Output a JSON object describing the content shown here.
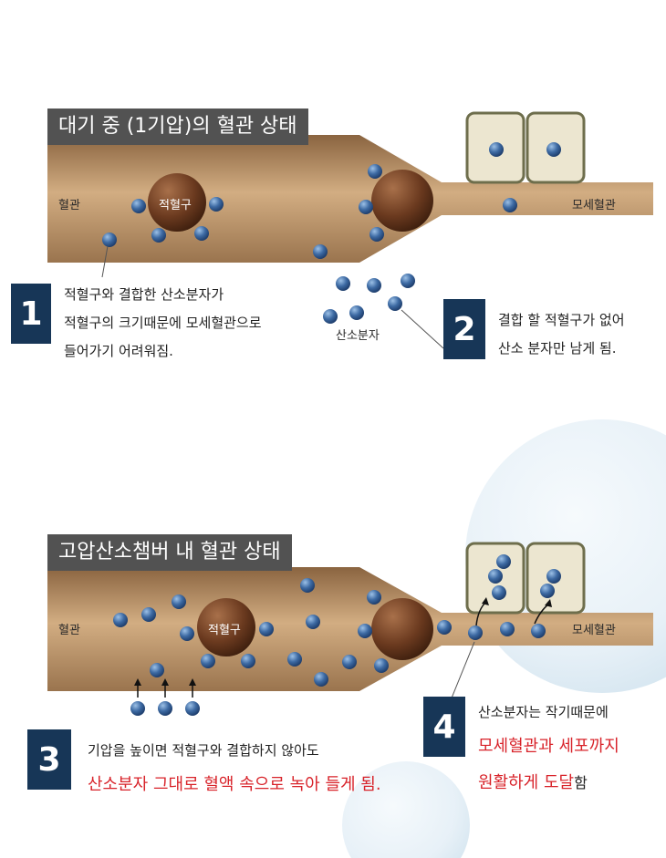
{
  "panel1": {
    "title": "대기 중 (1기압)의 혈관 상태",
    "label_vessel": "혈관",
    "label_rbc": "적혈구",
    "label_capillary": "모세혈관",
    "label_oxygen": "산소분자"
  },
  "note1": {
    "number": "1",
    "lines": [
      "적혈구와 결합한 산소분자가",
      "적혈구의 크기때문에 모세혈관으로",
      "들어가기 어려워짐."
    ]
  },
  "note2": {
    "number": "2",
    "lines": [
      "결합 할 적혈구가 없어",
      "산소 분자만 남게 됨."
    ]
  },
  "panel2": {
    "title": "고압산소챔버 내 혈관 상태",
    "label_vessel": "혈관",
    "label_rbc": "적혈구",
    "label_capillary": "모세혈관"
  },
  "note3": {
    "number": "3",
    "line1": "기압을 높이면 적혈구와 결합하지 않아도",
    "line2_red": "산소분자 그대로 혈액 속으로 녹아 들게 됨."
  },
  "note4": {
    "number": "4",
    "line1": "산소분자는 작기때문에",
    "line2_red": "모세혈관과 세포까지",
    "line3_red": "원활하게 도달",
    "line3_tail": "함"
  },
  "colors": {
    "title_bg": "#525252",
    "number_bg": "#173657",
    "vessel": "#b8946a",
    "rbc": "#6b3a1f",
    "oxygen": "#3d6aa3",
    "highlight_red": "#d8232a"
  }
}
